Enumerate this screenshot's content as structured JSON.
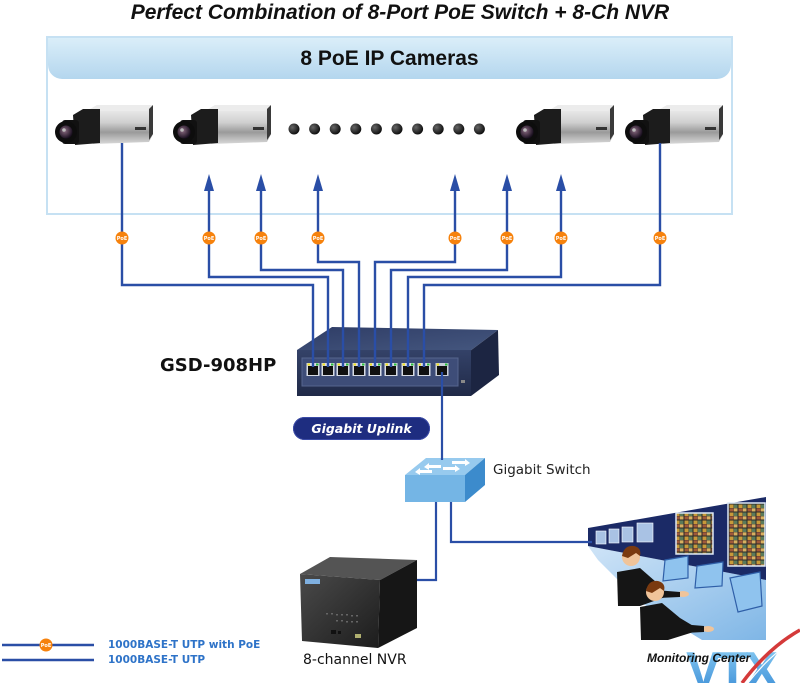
{
  "title": "Perfect Combination of 8-Port PoE Switch + 8-Ch NVR",
  "camera_group": {
    "label": "8 PoE IP Cameras",
    "camera_count": 8,
    "cameras_shown": 4,
    "ellipsis_dots": 10
  },
  "camera_links": [
    "direct",
    "arrow",
    "arrow",
    "arrow",
    "arrow",
    "arrow",
    "arrow",
    "direct"
  ],
  "poe_switch": {
    "model": "GSD-908HP",
    "poe_ports": 8,
    "uplink_ports": 1
  },
  "uplink": {
    "label": "Gigabit Uplink"
  },
  "gigabit_switch": {
    "label": "Gigabit Switch"
  },
  "nvr": {
    "label": "8-channel NVR"
  },
  "monitoring_center": {
    "label": "Monitoring Center"
  },
  "poe_badge": {
    "text": "PoE"
  },
  "legend": [
    {
      "label": "1000BASE-T UTP with PoE",
      "poe": true
    },
    {
      "label": "1000BASE-T UTP",
      "poe": false
    }
  ],
  "watermark": {
    "text": "VTX"
  },
  "colors": {
    "wire": "#2a4ea6",
    "poe_badge": "#f6820d",
    "legend_text": "#2e73c8",
    "uplink_pill": "#1e2d80",
    "frame": "#c6e1f3",
    "gigabit_switch": "#72b3e3",
    "wall": "#1b2a66"
  }
}
